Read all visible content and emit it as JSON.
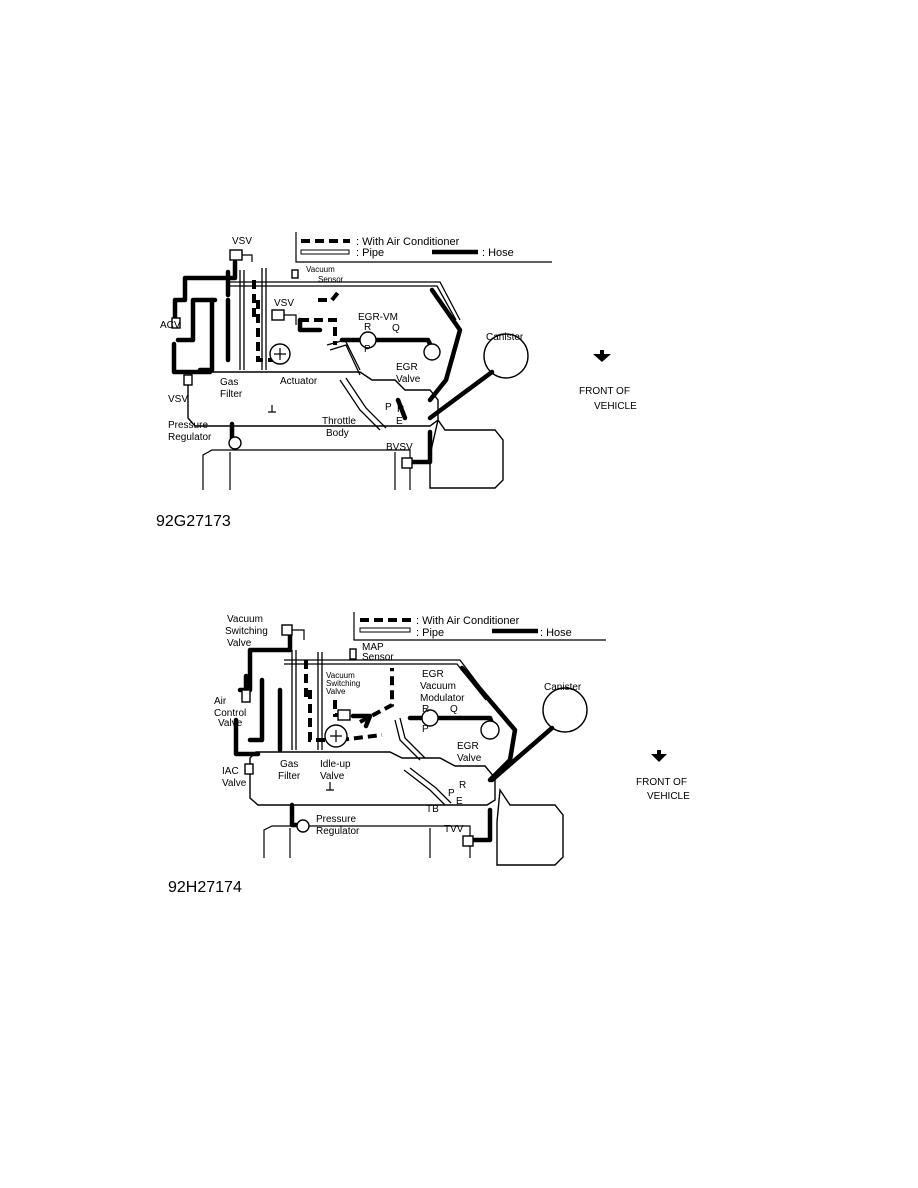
{
  "figure_top": {
    "legend": {
      "ac": ": With Air Conditioner",
      "pipe": ": Pipe",
      "hose": ": Hose"
    },
    "labels": {
      "vsv_top": "VSV",
      "vacuum": "Vacuum",
      "sensor": "Sensor",
      "acv": "ACV",
      "vsv_mid": "VSV",
      "egr_vm": "EGR-VM",
      "r": "R",
      "q": "Q",
      "p": "P",
      "canister": "Canister",
      "egr": "EGR",
      "valve": "Valve",
      "vsv_left": "VSV",
      "gas": "Gas",
      "filter": "Filter",
      "actuator": "Actuator",
      "throttle": "Throttle",
      "body": "Body",
      "pressure": "Pressure",
      "regulator": "Regulator",
      "bvsv": "BVSV",
      "port_p": "P",
      "port_r": "R",
      "port_e": "E",
      "front_of": "FRONT OF",
      "vehicle": "VEHICLE"
    },
    "figure_id": "92G27173"
  },
  "figure_bottom": {
    "legend": {
      "ac": ": With Air Conditioner",
      "pipe": ": Pipe",
      "hose": ": Hose"
    },
    "labels": {
      "vacuum": "Vacuum",
      "switching": "Switching",
      "valve": "Valve",
      "map": "MAP",
      "sensor": "Sensor",
      "air": "Air",
      "control": "Control",
      "valve2": "Valve",
      "vsv_vacuum": "Vacuum",
      "vsv_switching": "Switching",
      "vsv_valve": "Valve",
      "egr": "EGR",
      "vacuum2": "Vacuum",
      "modulator": "Modulator",
      "r": "R",
      "q": "Q",
      "p": "P",
      "canister": "Canister",
      "egr2": "EGR",
      "valve3": "Valve",
      "iac": "IAC",
      "valve4": "Valve",
      "gas": "Gas",
      "filter": "Filter",
      "idle_up": "Idle-up",
      "valve5": "Valve",
      "pressure": "Pressure",
      "regulator": "Regulator",
      "tb": "TB",
      "tvv": "TVV",
      "port_p": "P",
      "port_r": "R",
      "port_e": "E",
      "front_of": "FRONT OF",
      "vehicle": "VEHICLE"
    },
    "figure_id": "92H27174"
  }
}
